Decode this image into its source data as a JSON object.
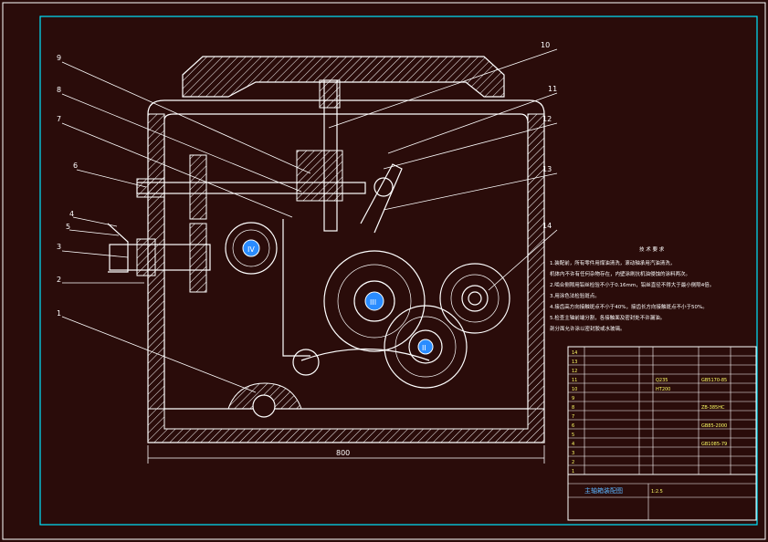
{
  "gear_labels": {
    "iv": "IV",
    "iii": "III",
    "ii": "II"
  },
  "part_numbers": [
    "1",
    "2",
    "3",
    "4",
    "5",
    "6",
    "7",
    "8",
    "9",
    "10",
    "11",
    "12",
    "13",
    "14"
  ],
  "dimension": {
    "width": "800"
  },
  "tech_requirements": {
    "title": "技 术 要 求",
    "lines": [
      "1.装配前，所有零件用煤油清洗，滚动轴承用汽油清洗，",
      "机体内不许有任何杂物存在，内壁涂刷抗机油侵蚀的涂料两次。",
      "2.啮合侧隙用铅丝检验不小于0.16mm，铅丝直径不得大于最小侧隙4倍。",
      "3.用涂色法检验斑点。",
      "4.接齿高方向接触斑点不小于40%，接齿长方向接触斑点不小于50%。",
      "5.检查主轴前端分割，各接触面及密封处不许漏油。",
      "剖分面允许涂以密封胶或水玻璃。"
    ]
  },
  "parts_table": {
    "rows": [
      {
        "no": "14",
        "standard": "",
        "material": ""
      },
      {
        "no": "13",
        "standard": "",
        "material": ""
      },
      {
        "no": "12",
        "standard": "",
        "material": ""
      },
      {
        "no": "11",
        "standard": "GB5170-85",
        "material": "Q235"
      },
      {
        "no": "10",
        "standard": "",
        "material": "HT200"
      },
      {
        "no": "9",
        "standard": "",
        "material": ""
      },
      {
        "no": "8",
        "standard": "ZB-385HC",
        "material": ""
      },
      {
        "no": "7",
        "standard": "",
        "material": ""
      },
      {
        "no": "6",
        "standard": "GB85-2000",
        "material": ""
      },
      {
        "no": "5",
        "standard": "",
        "material": ""
      },
      {
        "no": "4",
        "standard": "GB1085-79",
        "material": ""
      },
      {
        "no": "3",
        "standard": "",
        "material": ""
      },
      {
        "no": "2",
        "standard": "",
        "material": ""
      },
      {
        "no": "1",
        "standard": "",
        "material": ""
      }
    ]
  },
  "title_block": {
    "title": "主轴箱装配图",
    "scale": "1:2.5"
  }
}
